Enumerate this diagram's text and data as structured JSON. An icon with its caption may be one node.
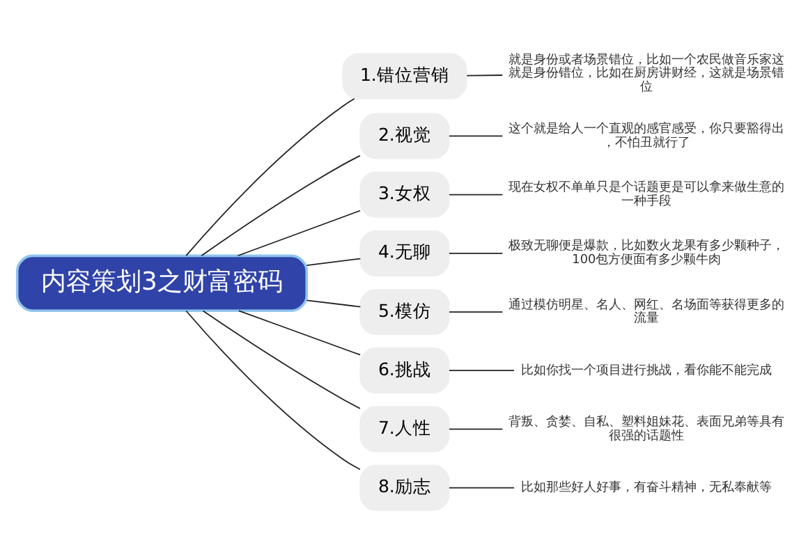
{
  "diagram": {
    "nodes": [
      {
        "text": [
          "内容策划3之财富密码"
        ]
      },
      {
        "text": [
          "1.错位营销"
        ]
      },
      {
        "text": [
          "就是身份或者场景错位，比如一个农民做音乐家这就是身份错位，比如在厨房讲财经，这就是场景错位"
        ]
      },
      {
        "text": [
          "2.视觉"
        ]
      },
      {
        "text": [
          "这个就是给人一个直观的感官感受，你只要豁得出，不怕丑就行了"
        ]
      },
      {
        "text": [
          "3.女权"
        ]
      },
      {
        "text": [
          "现在女权不单单只是个话题更是可以拿来做生意的一种手段"
        ]
      },
      {
        "text": [
          "4.无聊"
        ]
      },
      {
        "text": [
          "极致无聊便是爆款，比如数火龙果有多少颗种子，100包方便面有多少颗牛肉"
        ]
      },
      {
        "text": [
          "5.模仿"
        ]
      },
      {
        "text": [
          "通过模仿明星、名人、网红、名场面等获得更多的流量"
        ]
      },
      {
        "text": [
          "6.挑战"
        ]
      },
      {
        "text": [
          "比如你找一个项目进行挑战，看你能不能完成"
        ]
      },
      {
        "text": [
          "7.人性"
        ]
      },
      {
        "text": [
          "背叛、贪婪、自私、塑料姐妹花、表面兄弟等具有很强的话题性"
        ]
      },
      {
        "text": [
          "8.励志"
        ]
      },
      {
        "text": [
          "比如那些好人好事，有奋斗精神，无私奉献等"
        ]
      }
    ],
    "edges": [
      {
        "from": 0,
        "to": 1,
        "arrow": "none"
      },
      {
        "from": 1,
        "to": 2,
        "arrow": "none"
      },
      {
        "from": 0,
        "to": 3,
        "arrow": "none"
      },
      {
        "from": 3,
        "to": 4,
        "arrow": "none"
      },
      {
        "from": 0,
        "to": 5,
        "arrow": "none"
      },
      {
        "from": 5,
        "to": 6,
        "arrow": "none"
      },
      {
        "from": 0,
        "to": 7,
        "arrow": "none"
      },
      {
        "from": 7,
        "to": 8,
        "arrow": "none"
      },
      {
        "from": 0,
        "to": 9,
        "arrow": "none"
      },
      {
        "from": 9,
        "to": 10,
        "arrow": "none"
      },
      {
        "from": 0,
        "to": 11,
        "arrow": "none"
      },
      {
        "from": 11,
        "to": 12,
        "arrow": "none"
      },
      {
        "from": 0,
        "to": 13,
        "arrow": "none"
      },
      {
        "from": 13,
        "to": 14,
        "arrow": "none"
      },
      {
        "from": 0,
        "to": 15,
        "arrow": "none"
      },
      {
        "from": 15,
        "to": 16,
        "arrow": "none"
      }
    ]
  }
}
